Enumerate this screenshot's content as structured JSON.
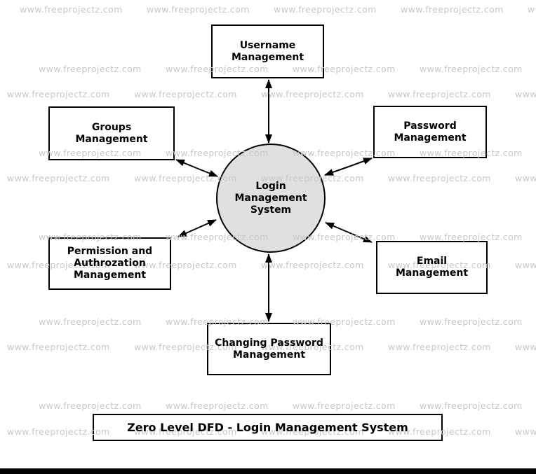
{
  "watermark": {
    "text": "www.freeprojectz.com",
    "color": "#c8c8c8"
  },
  "diagram": {
    "title": "Zero Level DFD - Login Management System",
    "process": {
      "label": "Login\nManagement\nSystem",
      "fill": "#e0e0e0"
    },
    "entities": [
      {
        "id": "username",
        "label": "Username\nManagement"
      },
      {
        "id": "groups",
        "label": "Groups\nManagement"
      },
      {
        "id": "password",
        "label": "Password\nManagement"
      },
      {
        "id": "permission",
        "label": "Permission and\nAuthrozation\nManagement"
      },
      {
        "id": "email",
        "label": "Email\nManagement"
      },
      {
        "id": "changing-password",
        "label": "Changing Password\nManagement"
      }
    ],
    "colors": {
      "stroke": "#000000",
      "box_fill": "#ffffff",
      "bottom_bar": "#000000"
    }
  }
}
